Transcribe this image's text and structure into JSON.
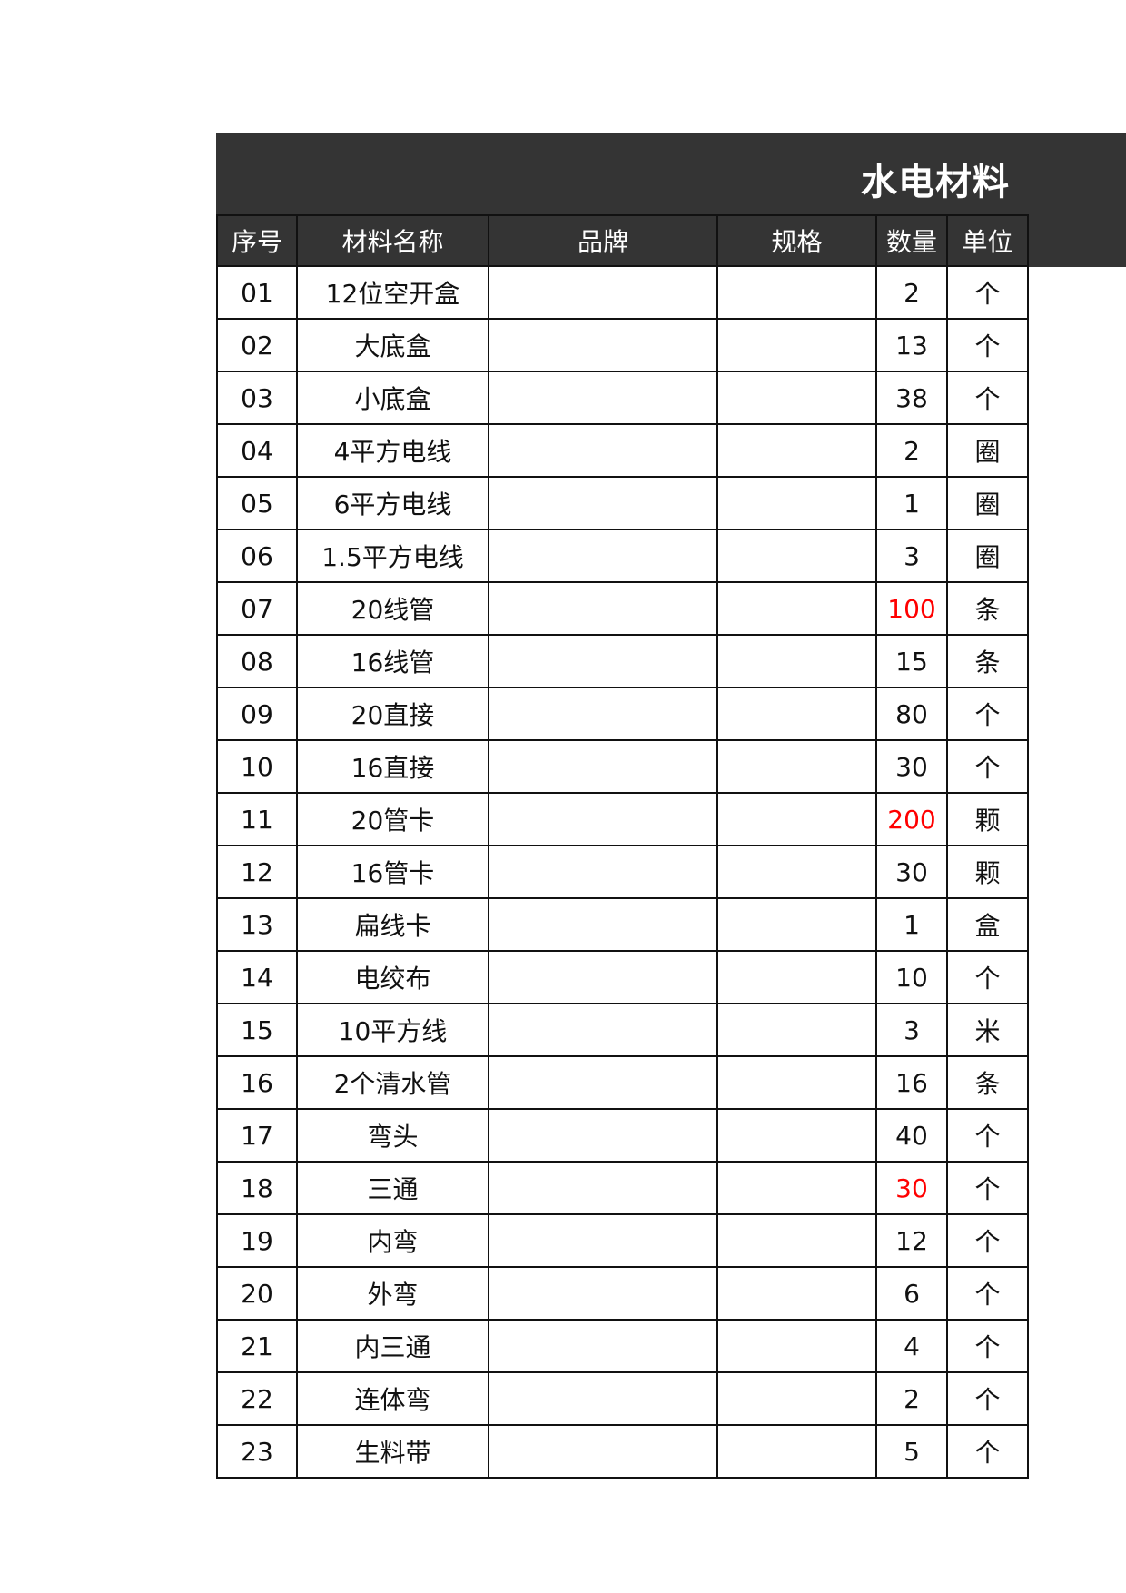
{
  "title": "水电材料",
  "headers": [
    "序号",
    "材料名称",
    "品牌",
    "规格",
    "数量",
    "单位"
  ],
  "rows": [
    {
      "no": "01",
      "name": "12位空开盒",
      "brand": "",
      "spec": "",
      "qty": "2",
      "unit": "个",
      "highlight": false
    },
    {
      "no": "02",
      "name": "大底盒",
      "brand": "",
      "spec": "",
      "qty": "13",
      "unit": "个",
      "highlight": false
    },
    {
      "no": "03",
      "name": "小底盒",
      "brand": "",
      "spec": "",
      "qty": "38",
      "unit": "个",
      "highlight": false
    },
    {
      "no": "04",
      "name": "4平方电线",
      "brand": "",
      "spec": "",
      "qty": "2",
      "unit": "圈",
      "highlight": false
    },
    {
      "no": "05",
      "name": "6平方电线",
      "brand": "",
      "spec": "",
      "qty": "1",
      "unit": "圈",
      "highlight": false
    },
    {
      "no": "06",
      "name": "1.5平方电线",
      "brand": "",
      "spec": "",
      "qty": "3",
      "unit": "圈",
      "highlight": false
    },
    {
      "no": "07",
      "name": "20线管",
      "brand": "",
      "spec": "",
      "qty": "100",
      "unit": "条",
      "highlight": true
    },
    {
      "no": "08",
      "name": "16线管",
      "brand": "",
      "spec": "",
      "qty": "15",
      "unit": "条",
      "highlight": false
    },
    {
      "no": "09",
      "name": "20直接",
      "brand": "",
      "spec": "",
      "qty": "80",
      "unit": "个",
      "highlight": false
    },
    {
      "no": "10",
      "name": "16直接",
      "brand": "",
      "spec": "",
      "qty": "30",
      "unit": "个",
      "highlight": false
    },
    {
      "no": "11",
      "name": "20管卡",
      "brand": "",
      "spec": "",
      "qty": "200",
      "unit": "颗",
      "highlight": true
    },
    {
      "no": "12",
      "name": "16管卡",
      "brand": "",
      "spec": "",
      "qty": "30",
      "unit": "颗",
      "highlight": false
    },
    {
      "no": "13",
      "name": "扁线卡",
      "brand": "",
      "spec": "",
      "qty": "1",
      "unit": "盒",
      "highlight": false
    },
    {
      "no": "14",
      "name": "电绞布",
      "brand": "",
      "spec": "",
      "qty": "10",
      "unit": "个",
      "highlight": false
    },
    {
      "no": "15",
      "name": "10平方线",
      "brand": "",
      "spec": "",
      "qty": "3",
      "unit": "米",
      "highlight": false
    },
    {
      "no": "16",
      "name": "2个清水管",
      "brand": "",
      "spec": "",
      "qty": "16",
      "unit": "条",
      "highlight": false
    },
    {
      "no": "17",
      "name": "弯头",
      "brand": "",
      "spec": "",
      "qty": "40",
      "unit": "个",
      "highlight": false
    },
    {
      "no": "18",
      "name": "三通",
      "brand": "",
      "spec": "",
      "qty": "30",
      "unit": "个",
      "highlight": true
    },
    {
      "no": "19",
      "name": "内弯",
      "brand": "",
      "spec": "",
      "qty": "12",
      "unit": "个",
      "highlight": false
    },
    {
      "no": "20",
      "name": "外弯",
      "brand": "",
      "spec": "",
      "qty": "6",
      "unit": "个",
      "highlight": false
    },
    {
      "no": "21",
      "name": "内三通",
      "brand": "",
      "spec": "",
      "qty": "4",
      "unit": "个",
      "highlight": false
    },
    {
      "no": "22",
      "name": "连体弯",
      "brand": "",
      "spec": "",
      "qty": "2",
      "unit": "个",
      "highlight": false
    },
    {
      "no": "23",
      "name": "生料带",
      "brand": "",
      "spec": "",
      "qty": "5",
      "unit": "个",
      "highlight": false
    }
  ],
  "colors": {
    "header_bg": "#343434",
    "highlight": "#ff0000"
  }
}
